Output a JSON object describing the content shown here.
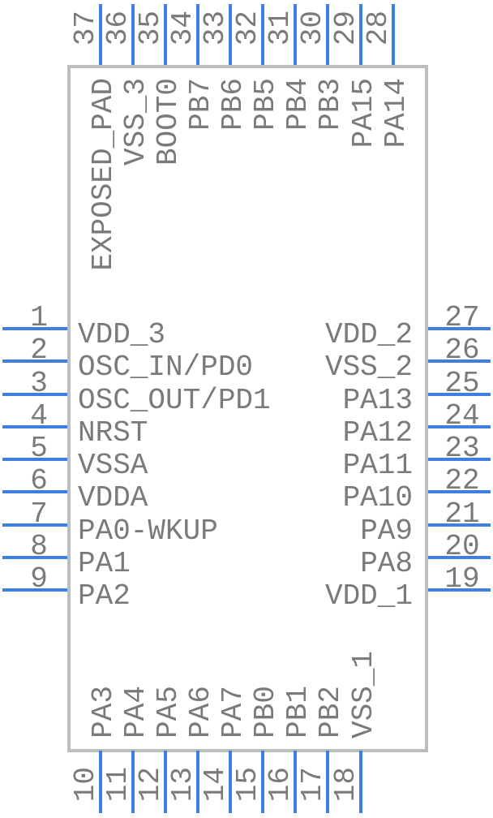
{
  "colors": {
    "pin_line": "#3F7EE4",
    "chip_border": "#BDBDBD",
    "label_text": "#7A7A7A",
    "background": "#FFFFFF"
  },
  "pins": {
    "top": [
      {
        "number": "37",
        "name": "EXPOSED_PAD"
      },
      {
        "number": "36",
        "name": "VSS_3"
      },
      {
        "number": "35",
        "name": "BOOT0"
      },
      {
        "number": "34",
        "name": "PB7"
      },
      {
        "number": "33",
        "name": "PB6"
      },
      {
        "number": "32",
        "name": "PB5"
      },
      {
        "number": "31",
        "name": "PB4"
      },
      {
        "number": "30",
        "name": "PB3"
      },
      {
        "number": "29",
        "name": "PA15"
      },
      {
        "number": "28",
        "name": "PA14"
      }
    ],
    "left": [
      {
        "number": "1",
        "name": "VDD_3"
      },
      {
        "number": "2",
        "name": "OSC_IN/PD0"
      },
      {
        "number": "3",
        "name": "OSC_OUT/PD1"
      },
      {
        "number": "4",
        "name": "NRST"
      },
      {
        "number": "5",
        "name": "VSSA"
      },
      {
        "number": "6",
        "name": "VDDA"
      },
      {
        "number": "7",
        "name": "PA0-WKUP"
      },
      {
        "number": "8",
        "name": "PA1"
      },
      {
        "number": "9",
        "name": "PA2"
      }
    ],
    "right": [
      {
        "number": "27",
        "name": "VDD_2"
      },
      {
        "number": "26",
        "name": "VSS_2"
      },
      {
        "number": "25",
        "name": "PA13"
      },
      {
        "number": "24",
        "name": "PA12"
      },
      {
        "number": "23",
        "name": "PA11"
      },
      {
        "number": "22",
        "name": "PA10"
      },
      {
        "number": "21",
        "name": "PA9"
      },
      {
        "number": "20",
        "name": "PA8"
      },
      {
        "number": "19",
        "name": "VDD_1"
      }
    ],
    "bottom": [
      {
        "number": "10",
        "name": "PA3"
      },
      {
        "number": "11",
        "name": "PA4"
      },
      {
        "number": "12",
        "name": "PA5"
      },
      {
        "number": "13",
        "name": "PA6"
      },
      {
        "number": "14",
        "name": "PA7"
      },
      {
        "number": "15",
        "name": "PB0"
      },
      {
        "number": "16",
        "name": "PB1"
      },
      {
        "number": "17",
        "name": "PB2"
      },
      {
        "number": "18",
        "name": "VSS_1"
      }
    ]
  }
}
